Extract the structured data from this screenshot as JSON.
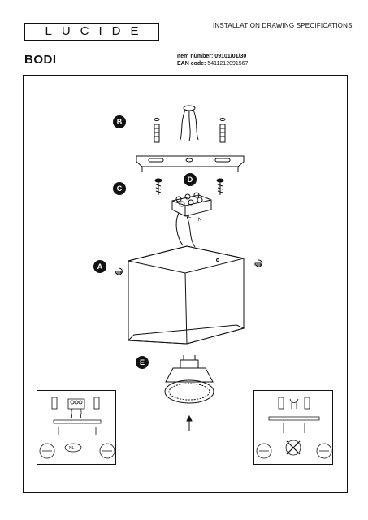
{
  "header": {
    "logo_text": "LUCIDE",
    "doc_title": "INSTALLATION DRAWING SPECIFICATIONS"
  },
  "product": {
    "name": "BODI",
    "item_number_label": "Item number:",
    "item_number": "09101/01/30",
    "ean_label": "EAN code:",
    "ean": "5411212091567"
  },
  "drawing": {
    "callouts": [
      "A",
      "B",
      "C",
      "D",
      "E"
    ],
    "terminal_labels": [
      "L",
      "N"
    ],
    "inset_left_label": "NL"
  }
}
